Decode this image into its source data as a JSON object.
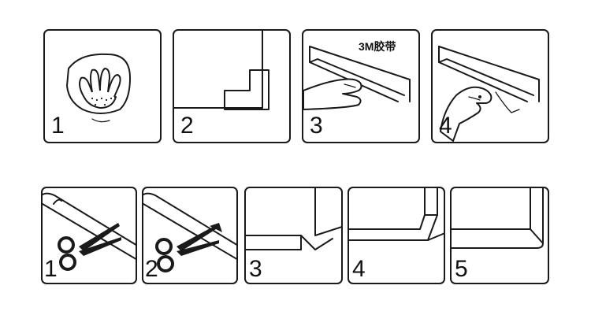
{
  "top_row": {
    "steps": [
      {
        "number": "1",
        "icon": "hand-wiping-surface-icon"
      },
      {
        "number": "2",
        "icon": "corner-guard-placement-icon"
      },
      {
        "number": "3",
        "icon": "apply-strip-with-tape-icon",
        "label": "3M胶带"
      },
      {
        "number": "4",
        "icon": "peel-backing-icon"
      }
    ]
  },
  "bottom_row": {
    "steps": [
      {
        "number": "1",
        "icon": "scissors-cut-strip-icon"
      },
      {
        "number": "2",
        "icon": "scissors-cut-corner-icon"
      },
      {
        "number": "3",
        "icon": "edge-corner-step-3-icon"
      },
      {
        "number": "4",
        "icon": "edge-corner-step-4-icon"
      },
      {
        "number": "5",
        "icon": "edge-corner-step-5-icon"
      }
    ]
  }
}
